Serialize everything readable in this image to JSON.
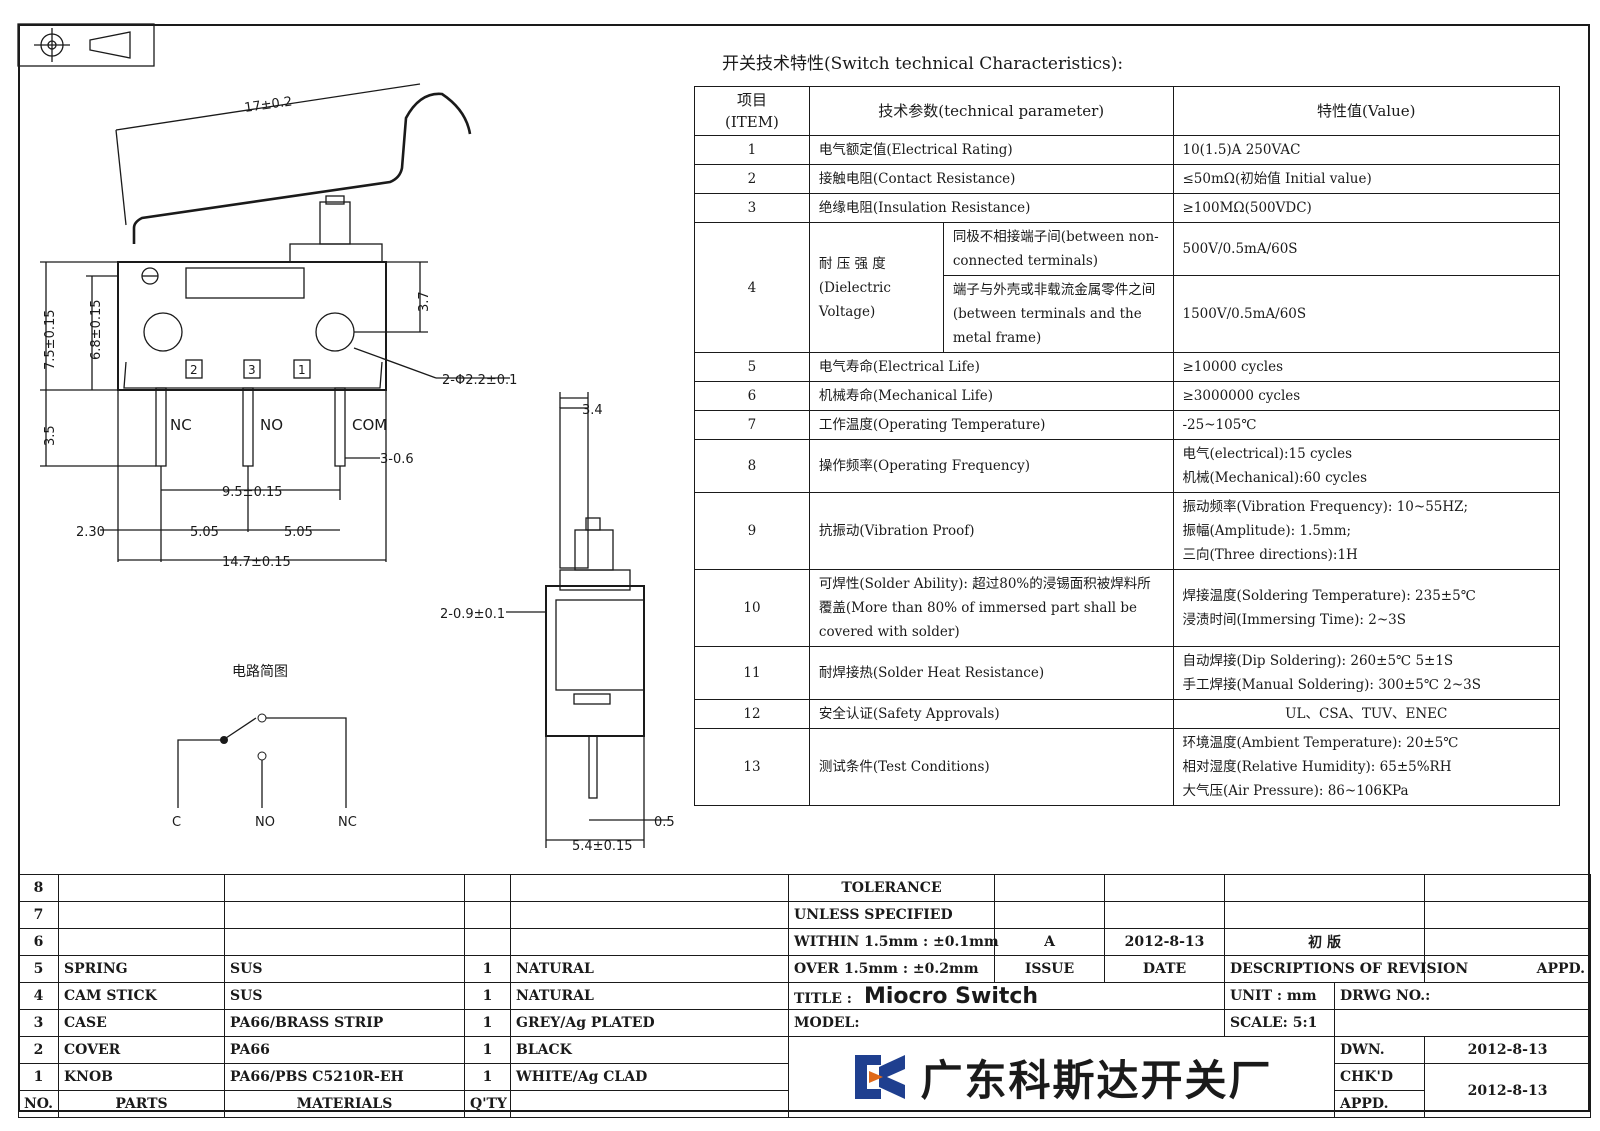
{
  "spec_title": "开关技术特性(Switch technical Characteristics):",
  "spec_header": {
    "item_cn": "项目",
    "item_en": "(ITEM)",
    "param": "技术参数(technical parameter)",
    "value": "特性值(Value)"
  },
  "spec_rows": [
    {
      "no": "1",
      "param": "电气额定值(Electrical Rating)",
      "value": [
        "10(1.5)A 250VAC"
      ]
    },
    {
      "no": "2",
      "param": "接触电阻(Contact  Resistance)",
      "value": [
        "≤50mΩ(初始值 Initial value)"
      ]
    },
    {
      "no": "3",
      "param": "绝缘电阻(Insulation Resistance)",
      "value": [
        "≥100MΩ(500VDC)"
      ]
    },
    {
      "no": "4",
      "param": "耐 压 强 度 (Dielectric Voltage)",
      "sub": [
        {
          "param": "同极不相接端子间(between non-connected terminals)",
          "value": "500V/0.5mA/60S"
        },
        {
          "param": "端子与外壳或非载流金属零件之间(between terminals and the metal frame)",
          "value": "1500V/0.5mA/60S"
        }
      ]
    },
    {
      "no": "5",
      "param": "电气寿命(Electrical Life)",
      "value": [
        "≥10000 cycles"
      ]
    },
    {
      "no": "6",
      "param": "机械寿命(Mechanical Life)",
      "value": [
        "≥3000000 cycles"
      ]
    },
    {
      "no": "7",
      "param": "工作温度(Operating Temperature)",
      "value": [
        "-25~105℃"
      ]
    },
    {
      "no": "8",
      "param": "操作频率(Operating Frequency)",
      "value": [
        "电气(electrical):15 cycles",
        "机械(Mechanical):60 cycles"
      ]
    },
    {
      "no": "9",
      "param": "抗振动(Vibration Proof)",
      "value": [
        "振动频率(Vibration Frequency): 10~55HZ;",
        "振幅(Amplitude): 1.5mm;",
        "三向(Three directions):1H"
      ]
    },
    {
      "no": "10",
      "param": "可焊性(Solder Ability): 超过80%的浸锡面积被焊料所覆盖(More than 80% of immersed part shall be covered with solder)",
      "value": [
        "焊接温度(Soldering Temperature): 235±5℃",
        "浸渍时间(Immersing Time): 2~3S"
      ]
    },
    {
      "no": "11",
      "param": "耐焊接热(Solder Heat Resistance)",
      "value": [
        "自动焊接(Dip Soldering): 260±5℃ 5±1S",
        "手工焊接(Manual Soldering): 300±5℃ 2~3S"
      ]
    },
    {
      "no": "12",
      "param": "安全认证(Safety Approvals)",
      "value": [
        "UL、CSA、TUV、ENEC"
      ]
    },
    {
      "no": "13",
      "param": "测试条件(Test Conditions)",
      "value": [
        "环境温度(Ambient Temperature): 20±5℃",
        "相对湿度(Relative Humidity): 65±5%RH",
        "大气压(Air Pressure): 86~106KPa"
      ]
    }
  ],
  "drawing": {
    "dims": {
      "arm_len": "17±0.2",
      "height_total": "7.5±0.15",
      "height_inner": "6.8±0.15",
      "top_right": "3.7",
      "hole": "2-Φ2.2±0.1",
      "term_len": "3.5",
      "term_w": "3-0.6",
      "pitch": "9.5±0.15",
      "offset": "2.30",
      "pitch_left": "5.05",
      "pitch_right": "5.05",
      "width": "14.7±0.15",
      "side_top": "3.4",
      "side_hole": "2-0.9±0.1",
      "side_term": "0.5",
      "side_width": "5.4±0.15"
    },
    "terminal_labels": [
      "NC",
      "NO",
      "COM"
    ],
    "terminal_numbers": [
      "2",
      "3",
      "1"
    ],
    "circuit_title": "电路简图",
    "circuit_labels": [
      "C",
      "NO",
      "NC"
    ]
  },
  "title_block": {
    "row_numbers": [
      "8",
      "7",
      "6"
    ],
    "parts": [
      {
        "no": "5",
        "part": "SPRING",
        "material": "SUS",
        "qty": "1",
        "finish": "NATURAL"
      },
      {
        "no": "4",
        "part": "CAM STICK",
        "material": "SUS",
        "qty": "1",
        "finish": "NATURAL"
      },
      {
        "no": "3",
        "part": "CASE",
        "material": "PA66/BRASS STRIP",
        "qty": "1",
        "finish": "GREY/Ag PLATED"
      },
      {
        "no": "2",
        "part": "COVER",
        "material": "PA66",
        "qty": "1",
        "finish": "BLACK"
      },
      {
        "no": "1",
        "part": "KNOB",
        "material": "PA66/PBS C5210R-EH",
        "qty": "1",
        "finish": "WHITE/Ag CLAD"
      }
    ],
    "header": {
      "no": "NO.",
      "parts": "PARTS",
      "materials": "MATERIALS",
      "qty": "Q'TY"
    },
    "tolerance": [
      "TOLERANCE",
      "UNLESS  SPECIFIED",
      "WITHIN 1.5mm : ±0.1mm",
      "OVER 1.5mm : ±0.2mm"
    ],
    "revision": {
      "mark": "A",
      "date": "2012-8-13",
      "desc": "初 版"
    },
    "revision_header": {
      "issue": "ISSUE",
      "date": "DATE",
      "desc": "DESCRIPTIONS OF REVISION",
      "appd": "APPD."
    },
    "title_label": "TITLE :",
    "title_value": "Miocro Switch",
    "unit_label": "UNIT :",
    "unit_value": "mm",
    "drwg_label": "DRWG NO.:",
    "model_label": "MODEL:",
    "scale_label": "SCALE:",
    "scale_value": "5:1",
    "dwn_label": "DWN.",
    "dwn_date": "2012-8-13",
    "chkd_label": "CHK'D",
    "chkd_date": "2012-8-13",
    "appd_label": "APPD.",
    "maker": "广东科斯达开关厂"
  },
  "colors": {
    "ink": "#1a1a1a",
    "logo_blue": "#1f3f8f",
    "logo_orange": "#e06a1a"
  }
}
